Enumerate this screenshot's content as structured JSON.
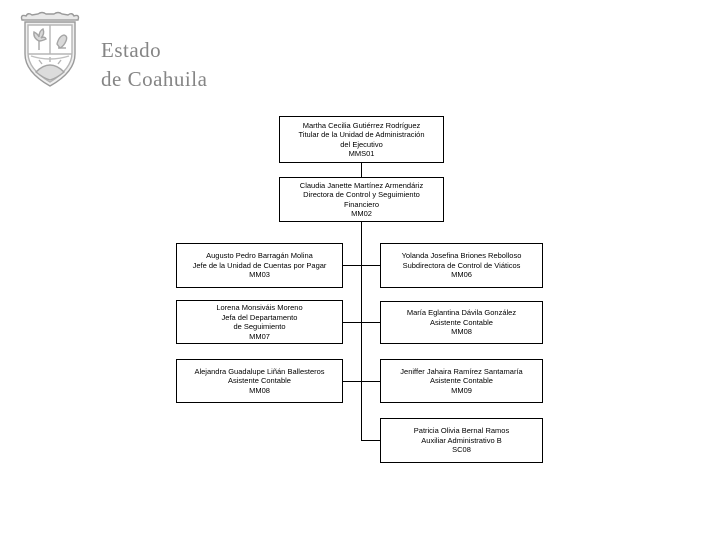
{
  "brand": {
    "line1": "Estado",
    "line2": "de Coahuila",
    "seal_icon": "coahuila-state-crest"
  },
  "colors": {
    "background": "#ffffff",
    "box_border": "#000000",
    "connector": "#000000",
    "brand_text": "#858585",
    "crest_gray": "#9a9a9a"
  },
  "org_chart": {
    "type": "org-hierarchy",
    "nodes": [
      {
        "id": "MMS01",
        "lines": [
          "Martha Cecilia Gutiérrez Rodríguez",
          "Titular de la Unidad de Administración",
          "del Ejecutivo",
          "MMS01"
        ],
        "reports_to": null
      },
      {
        "id": "MM02",
        "lines": [
          "Claudia Janette Martínez Armendáriz",
          "Directora de Control y Seguimiento",
          "Financiero",
          "MM02"
        ],
        "reports_to": "MMS01"
      },
      {
        "id": "MM03",
        "lines": [
          "Augusto Pedro Barragán Molina",
          "Jefe de la Unidad de Cuentas por Pagar",
          "MM03"
        ],
        "reports_to": "MM02"
      },
      {
        "id": "MM06",
        "lines": [
          "Yolanda Josefina Briones Rebolloso",
          "Subdirectora de Control de Viáticos",
          "MM06"
        ],
        "reports_to": "MM02"
      },
      {
        "id": "MM07",
        "lines": [
          "Lorena Monsiváis Moreno",
          "Jefa del Departamento",
          "de Seguimiento",
          "MM07"
        ],
        "reports_to": "MM02"
      },
      {
        "id": "MM08-a",
        "lines": [
          "María Eglantina Dávila González",
          "Asistente Contable",
          "MM08"
        ],
        "reports_to": "MM02"
      },
      {
        "id": "MM08-b",
        "lines": [
          "Alejandra Guadalupe Liñán Ballesteros",
          "Asistente Contable",
          "MM08"
        ],
        "reports_to": "MM02"
      },
      {
        "id": "MM09",
        "lines": [
          "Jeniffer Jahaira Ramírez Santamaría",
          "Asistente Contable",
          "MM09"
        ],
        "reports_to": "MM02"
      },
      {
        "id": "SC08",
        "lines": [
          "Patricia Olivia Bernal Ramos",
          "Auxiliar Administrativo B",
          "SC08"
        ],
        "reports_to": "MM02"
      }
    ]
  }
}
